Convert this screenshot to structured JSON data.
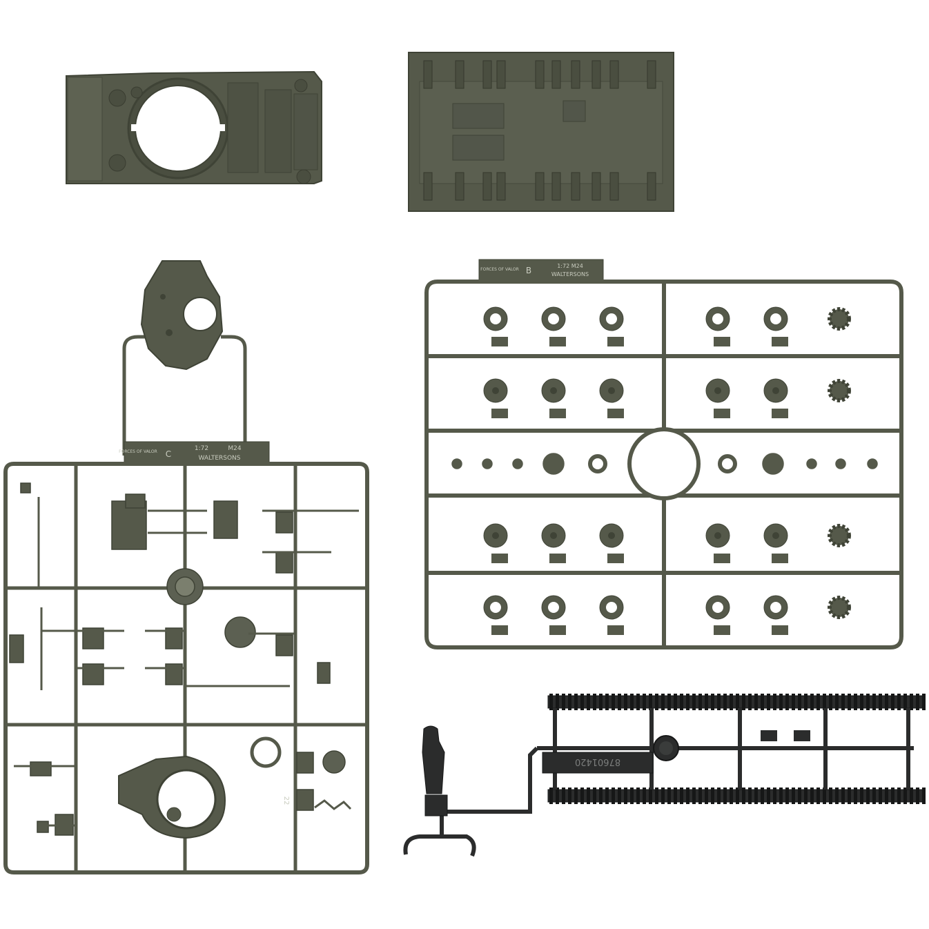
{
  "colors": {
    "plastic": "#55594a",
    "plastic_dark": "#3f4336",
    "plastic_light": "#6c705f",
    "track": "#2b2c2c",
    "track_dark": "#161717",
    "background": "#ffffff"
  },
  "sprue_c": {
    "brand": "FORCES OF VALOR",
    "letter": "C",
    "scale": "1:72",
    "model": "M24",
    "maker": "WALTERSONS",
    "number": "22"
  },
  "sprue_b": {
    "brand": "FORCES OF VALOR",
    "letter": "B",
    "scale": "1:72 M24",
    "maker": "WALTERSONS"
  },
  "track_sprue": {
    "code": "87601420"
  }
}
